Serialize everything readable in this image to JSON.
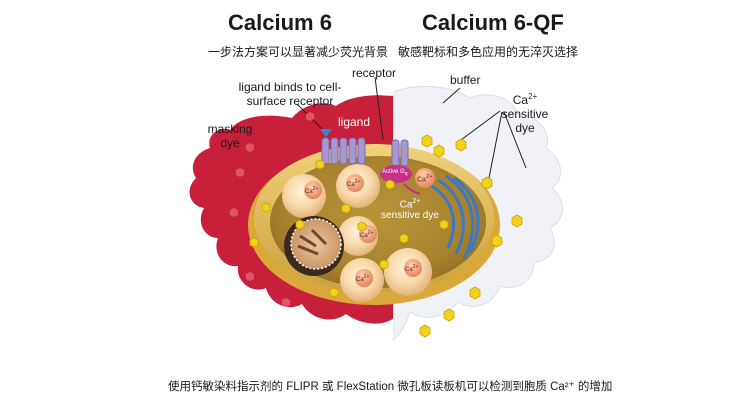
{
  "headers": {
    "left_title": "Calcium 6",
    "right_title": "Calcium 6-QF",
    "left_subtitle": "一步法方案可以显著减少荧光背景",
    "right_subtitle": "敏感靶标和多色应用的无淬灭选择"
  },
  "labels": {
    "ligand_binds": "ligand binds to cell-surface receptor",
    "receptor": "receptor",
    "buffer": "buffer",
    "ca_sensitive_dye_right": "sensitive dye",
    "ca_symbol": "Ca",
    "ca_superscript": "2+",
    "masking_dye": "masking dye",
    "ligand": "ligand",
    "active_gq": "Active G",
    "active_gq_sub": "q",
    "ca_sensitive_dye_center": "sensitive dye"
  },
  "caption": "使用钙敏染料指示剂的 FLIPR 或 FlexStation 微孔板读板机可以检测到胞质 Ca²⁺ 的增加",
  "colors": {
    "masking_red": "#c8203a",
    "buffer_white": "#f3f4f8",
    "cell_gold": "#d9b24a",
    "receptor_purple": "#a090c8",
    "ligand_blue": "#2a8ad8",
    "dye_yellow": "#f2d21c",
    "calcium_orange": "#e8a070",
    "er_blue": "#3a78c8"
  }
}
